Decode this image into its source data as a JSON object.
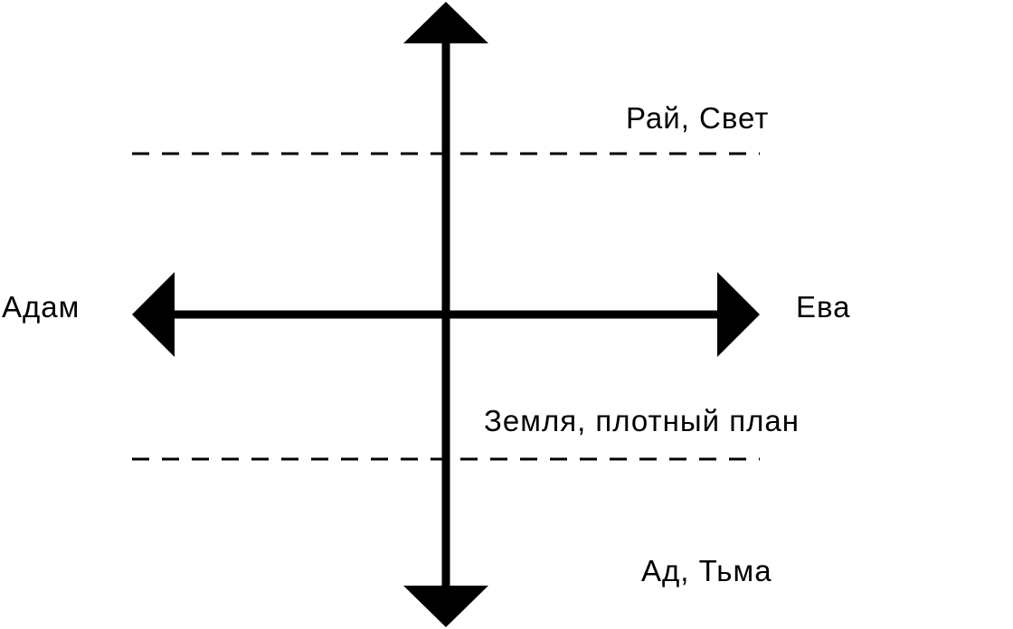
{
  "diagram": {
    "labels": {
      "left": "Адам",
      "right": "Ева",
      "upper": "Рай, Свет",
      "middle": "Земля, плотный план",
      "lower": "Ад, Тьма"
    },
    "colors": {
      "stroke": "#000000",
      "background": "#ffffff"
    }
  }
}
